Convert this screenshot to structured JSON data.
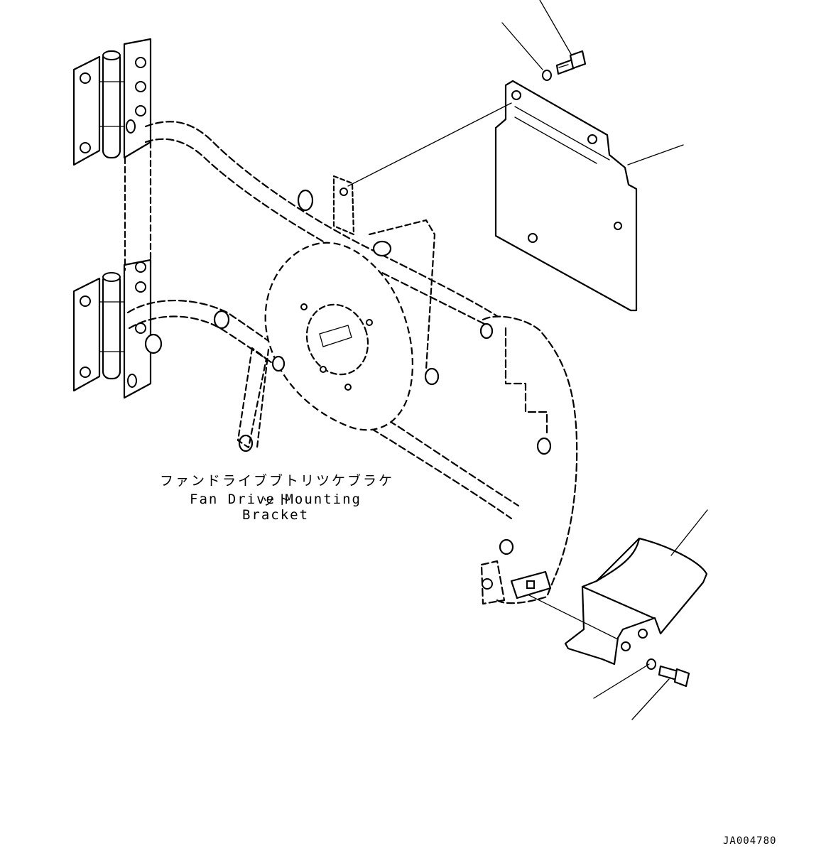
{
  "labels": {
    "part_name_jp": "ファンドライブブトリツケブラケット",
    "part_name_en": "Fan Drive Mounting Bracket"
  },
  "drawing_code": "JA004780",
  "colors": {
    "line": "#000000",
    "background": "#ffffff"
  }
}
